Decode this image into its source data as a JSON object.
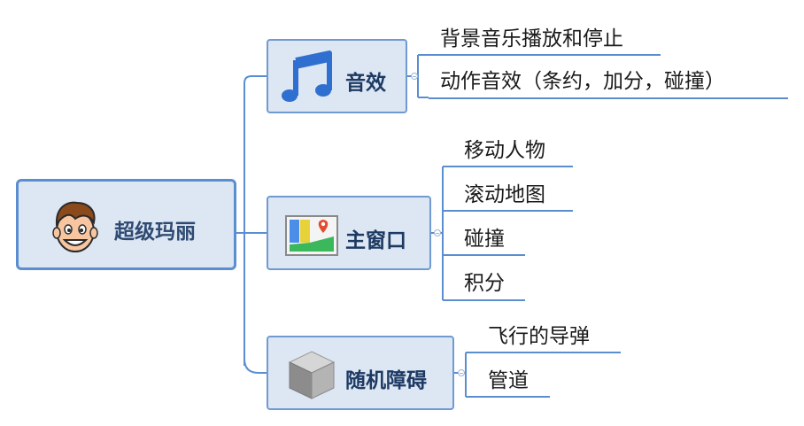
{
  "root": {
    "label": "超级玛丽",
    "icon": "cartoon-face-icon"
  },
  "branches": [
    {
      "label": "音效",
      "icon": "music-note-icon",
      "leaves": [
        "背景音乐播放和停止",
        "动作音效（条约，加分，碰撞）"
      ]
    },
    {
      "label": "主窗口",
      "icon": "map-icon",
      "leaves": [
        "移动人物",
        "滚动地图",
        "碰撞",
        "积分"
      ]
    },
    {
      "label": "随机障碍",
      "icon": "cube-icon",
      "leaves": [
        "飞行的导弹",
        "管道"
      ]
    }
  ],
  "colors": {
    "node_fill": "#dde6f3",
    "node_border": "#6f9ad2",
    "connector": "#5b8ed0",
    "leaf_underline": "#5b8ed0"
  }
}
